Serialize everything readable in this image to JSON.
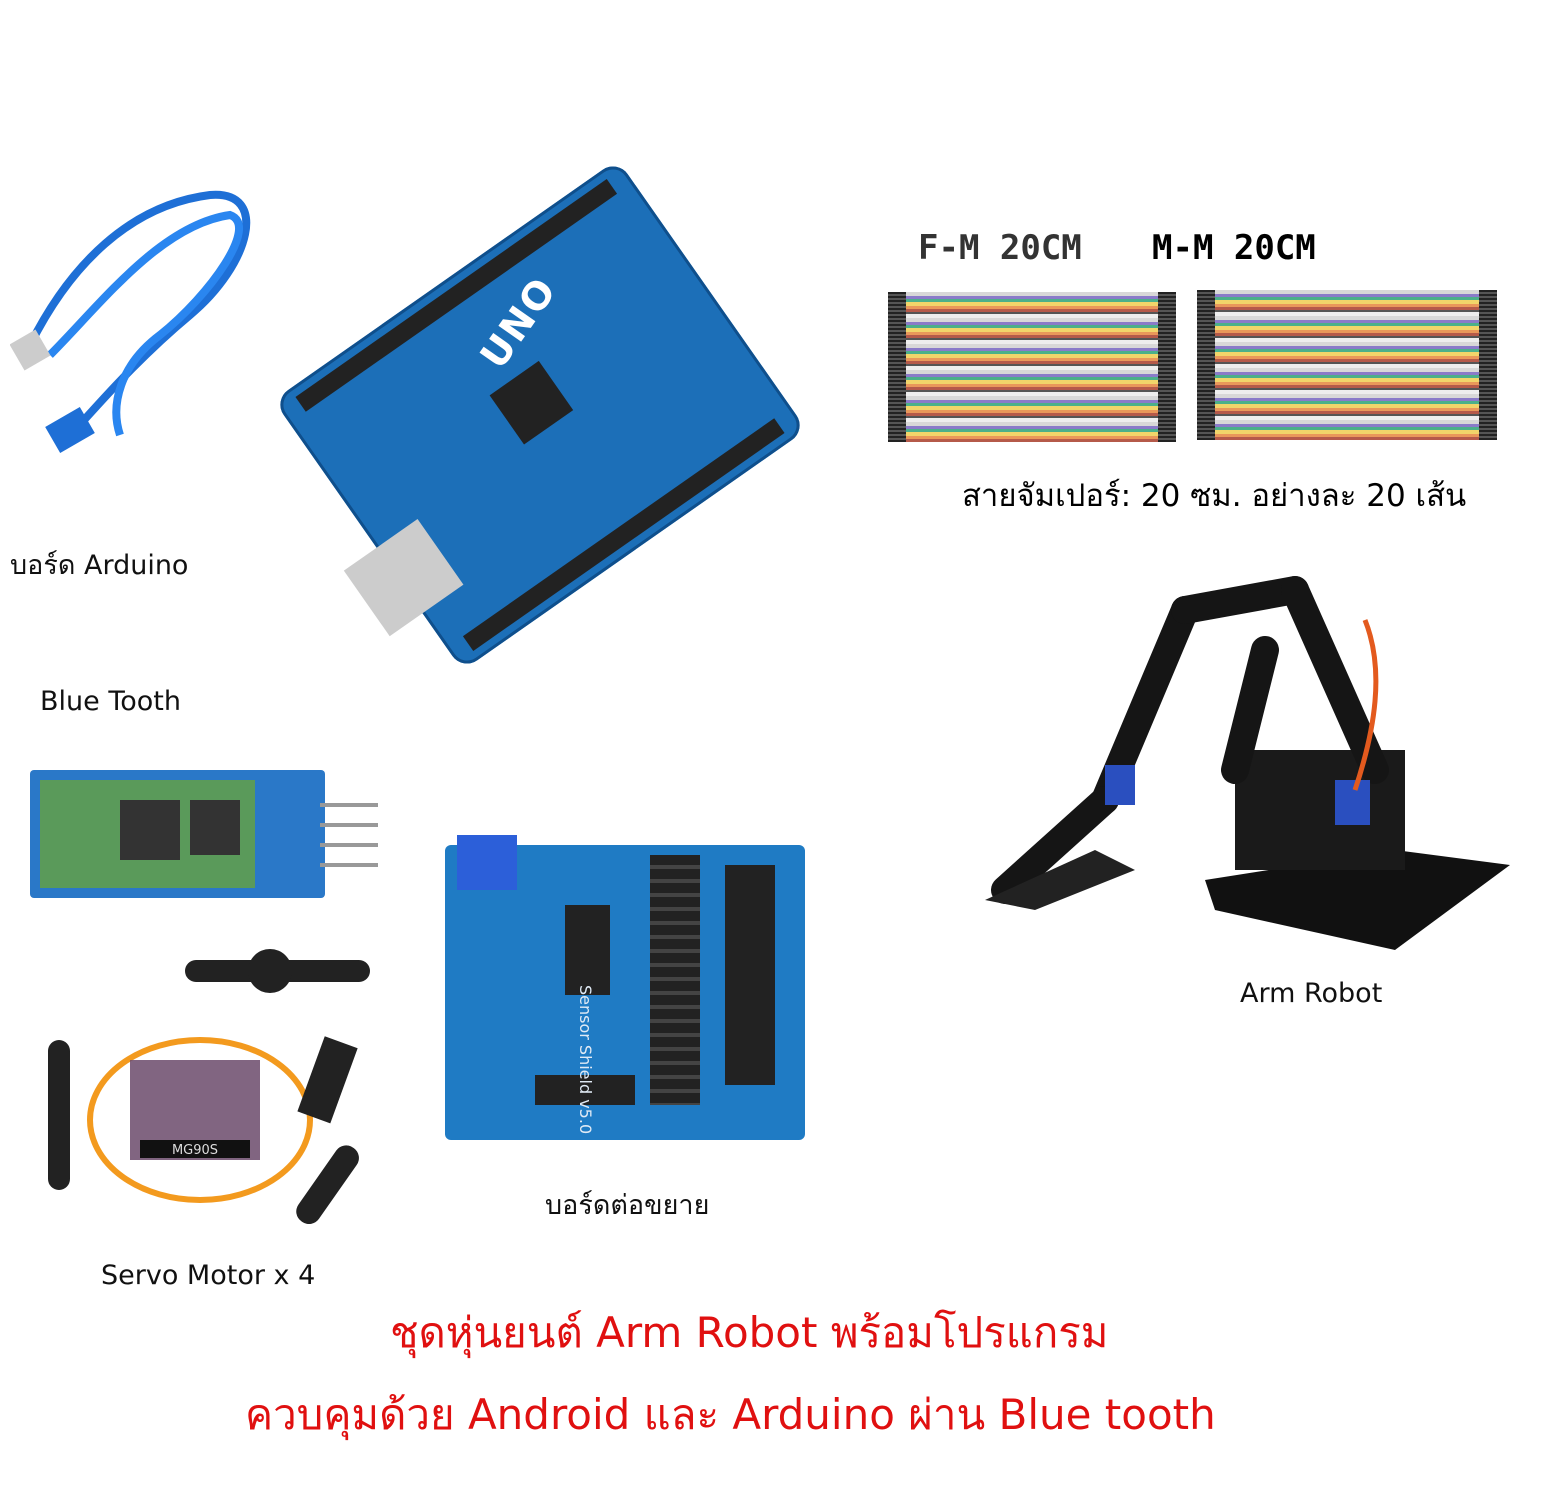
{
  "items": {
    "arduino_label": "บอร์ด Arduino",
    "bluetooth_label": "Blue Tooth",
    "servo_label": "Servo Motor x 4",
    "shield_label": "บอร์ดต่อขยาย",
    "arm_label": "Arm Robot"
  },
  "jumpers": {
    "fm_label": "F-M 20CM",
    "mm_label": "M-M 20CM",
    "caption": "สายจัมเปอร์: 20 ซม. อย่างละ 20 เส้น"
  },
  "title": {
    "line1": "ชุดหุ่นยนต์ Arm Robot พร้อมโปรแกรม",
    "line2": "ควบคุมด้วย Android และ Arduino ผ่าน Blue tooth",
    "color": "#e01010"
  },
  "picture_lettering": {
    "arduino_board": "UNO",
    "servo": "MG90S",
    "shield": "Sensor Shield v5.0"
  }
}
